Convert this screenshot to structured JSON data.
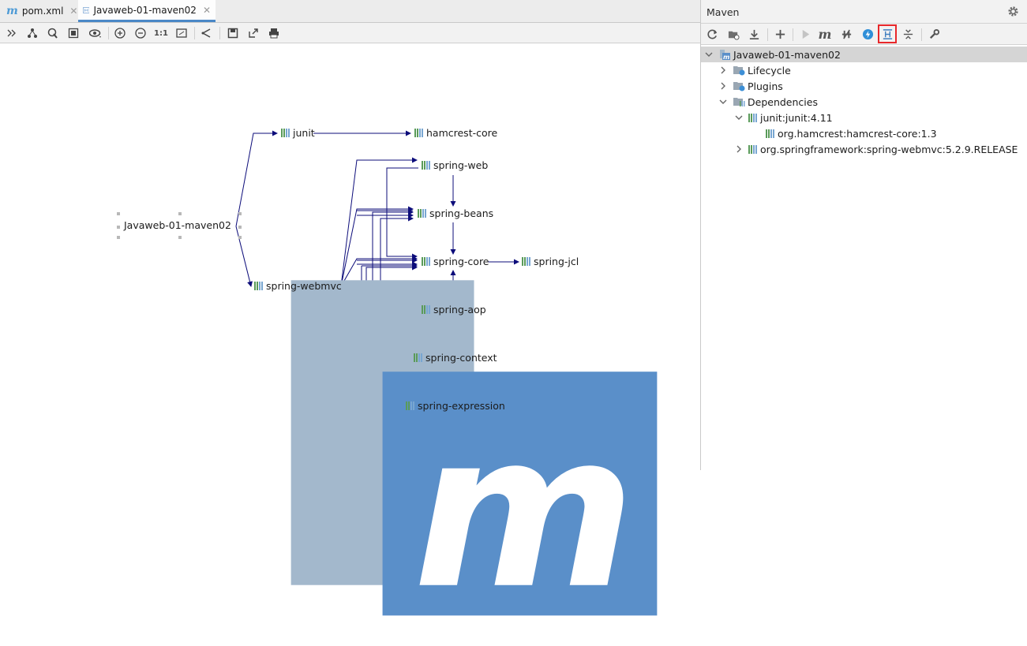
{
  "editor": {
    "tabs": [
      {
        "label": "pom.xml",
        "icon": "maven-m-icon"
      },
      {
        "label": "Javaweb-01-maven02",
        "icon": "diagram-icon"
      }
    ],
    "toolbar_icons": [
      "collapse-icon",
      "layout-tree-icon",
      "refresh-layout-icon",
      "fit-content-icon",
      "eye-icon",
      "zoom-in-icon",
      "zoom-out-icon",
      "actual-size-icon",
      "fit-page-icon",
      "share-icon",
      "save-icon",
      "export-icon",
      "print-icon"
    ],
    "actual_size_label": "1:1"
  },
  "graph": {
    "root": "Javaweb-01-maven02",
    "nodes": {
      "junit": "junit",
      "hamcrest": "hamcrest-core",
      "webmvc": "spring-webmvc",
      "web": "spring-web",
      "beans": "spring-beans",
      "core": "spring-core",
      "jcl": "spring-jcl",
      "aop": "spring-aop",
      "context": "spring-context",
      "expression": "spring-expression"
    },
    "edge_color": "#0c0c7a"
  },
  "maven": {
    "title": "Maven",
    "toolbar_icons": [
      "reload-icon",
      "add-folder-icon",
      "download-icon",
      "plus-icon",
      "run-icon",
      "maven-goal-icon",
      "toggle-offline-icon",
      "thunder-icon",
      "show-dependencies-icon",
      "collapse-all-icon",
      "wrench-icon"
    ],
    "tree": {
      "root": "Javaweb-01-maven02",
      "lifecycle": "Lifecycle",
      "plugins": "Plugins",
      "dependencies": "Dependencies",
      "junit": "junit:junit:4.11",
      "hamcrest": "org.hamcrest:hamcrest-core:1.3",
      "webmvc": "org.springframework:spring-webmvc:5.2.9.RELEASE"
    }
  }
}
